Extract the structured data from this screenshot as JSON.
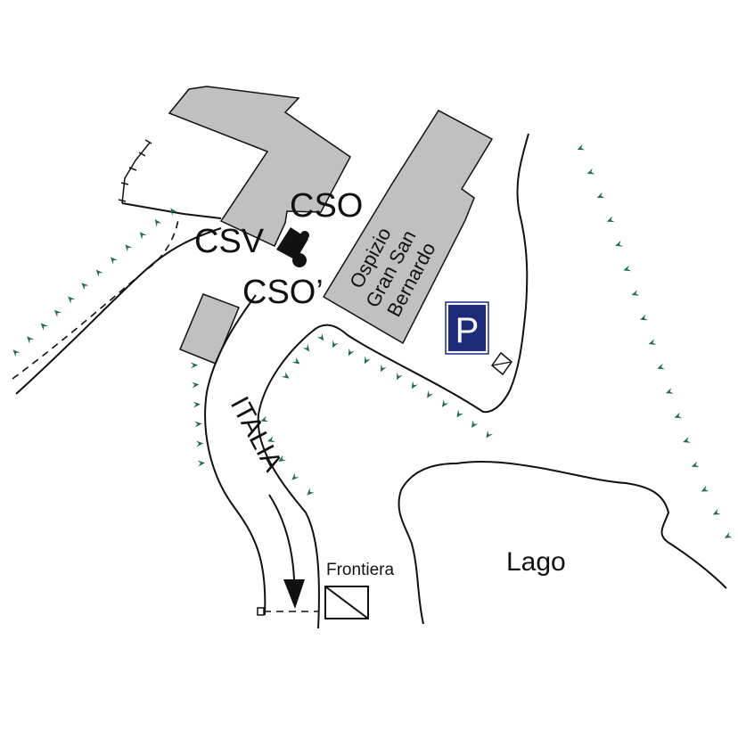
{
  "map": {
    "labels": {
      "cso": "CSO",
      "csv": "CSV",
      "cso_prime": "CSO’",
      "hospice_line1": "Ospizio",
      "hospice_line2": "Gran San",
      "hospice_line3": "Bernardo",
      "italia": "ITALIA",
      "lago": "Lago",
      "frontiera": "Frontiera",
      "parking": "P"
    },
    "colors": {
      "building_fill": "#c0c0c0",
      "outline": "#111111",
      "slope_marks": "#1e6b4a",
      "parking_bg": "#1d2a7a"
    },
    "icons": [
      "parking-sign-icon",
      "border-post-icon",
      "direction-arrow-icon",
      "station-marker-icon"
    ]
  }
}
